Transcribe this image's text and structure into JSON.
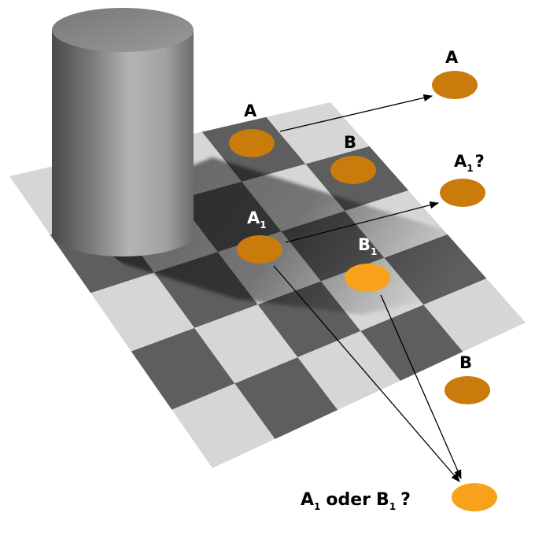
{
  "labels": {
    "a_on_board": "A",
    "b_on_board": "B",
    "a1_on_board": "A",
    "a1_on_board_sub": "1",
    "b1_on_board": "B",
    "b1_on_board_sub": "1",
    "a_right": "A",
    "a1_right": "A",
    "a1_right_sub": "1",
    "a1_right_q": "?",
    "b_right": "B",
    "bottom_a": "A",
    "bottom_a_sub": "1",
    "bottom_oder": "oder",
    "bottom_b": "B",
    "bottom_b_sub": "1",
    "bottom_q": "?"
  },
  "colors": {
    "background": "#ffffff",
    "light_square": "#d6d6d6",
    "dark_square": "#5e5e5e",
    "dot_dark_orange": "#c97b0b",
    "dot_light_orange": "#f7a21a",
    "arrow": "#000000",
    "cylinder_mid": "#8c8c8c"
  }
}
